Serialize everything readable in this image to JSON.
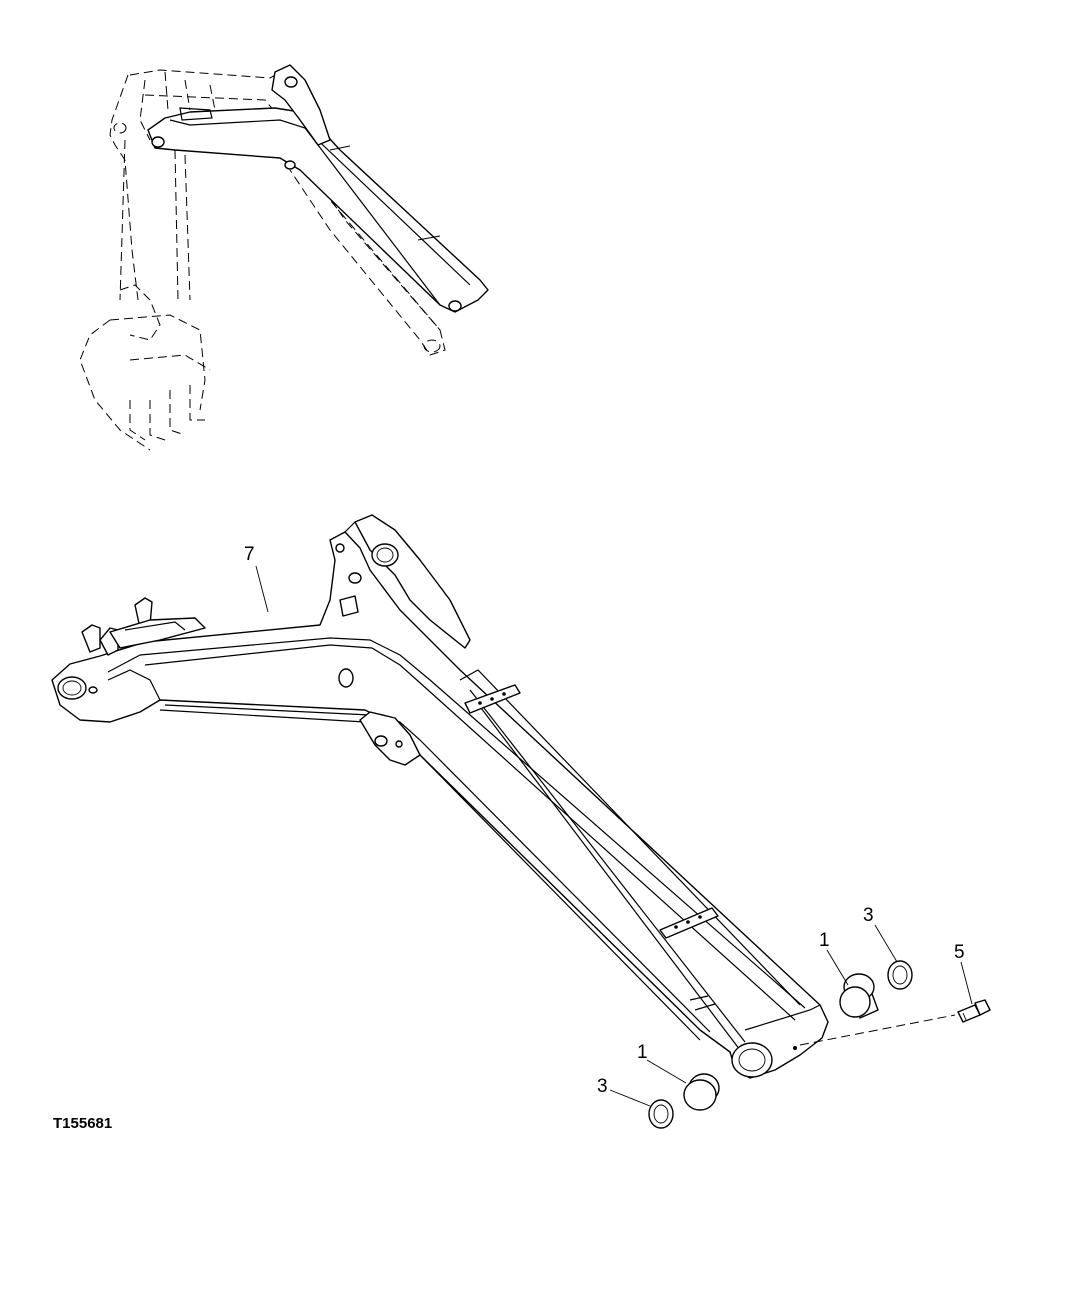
{
  "figure": {
    "id_label": "T155681",
    "callouts": [
      {
        "number": "7"
      },
      {
        "number": "1"
      },
      {
        "number": "3"
      },
      {
        "number": "5"
      },
      {
        "number": "1"
      },
      {
        "number": "3"
      }
    ]
  }
}
